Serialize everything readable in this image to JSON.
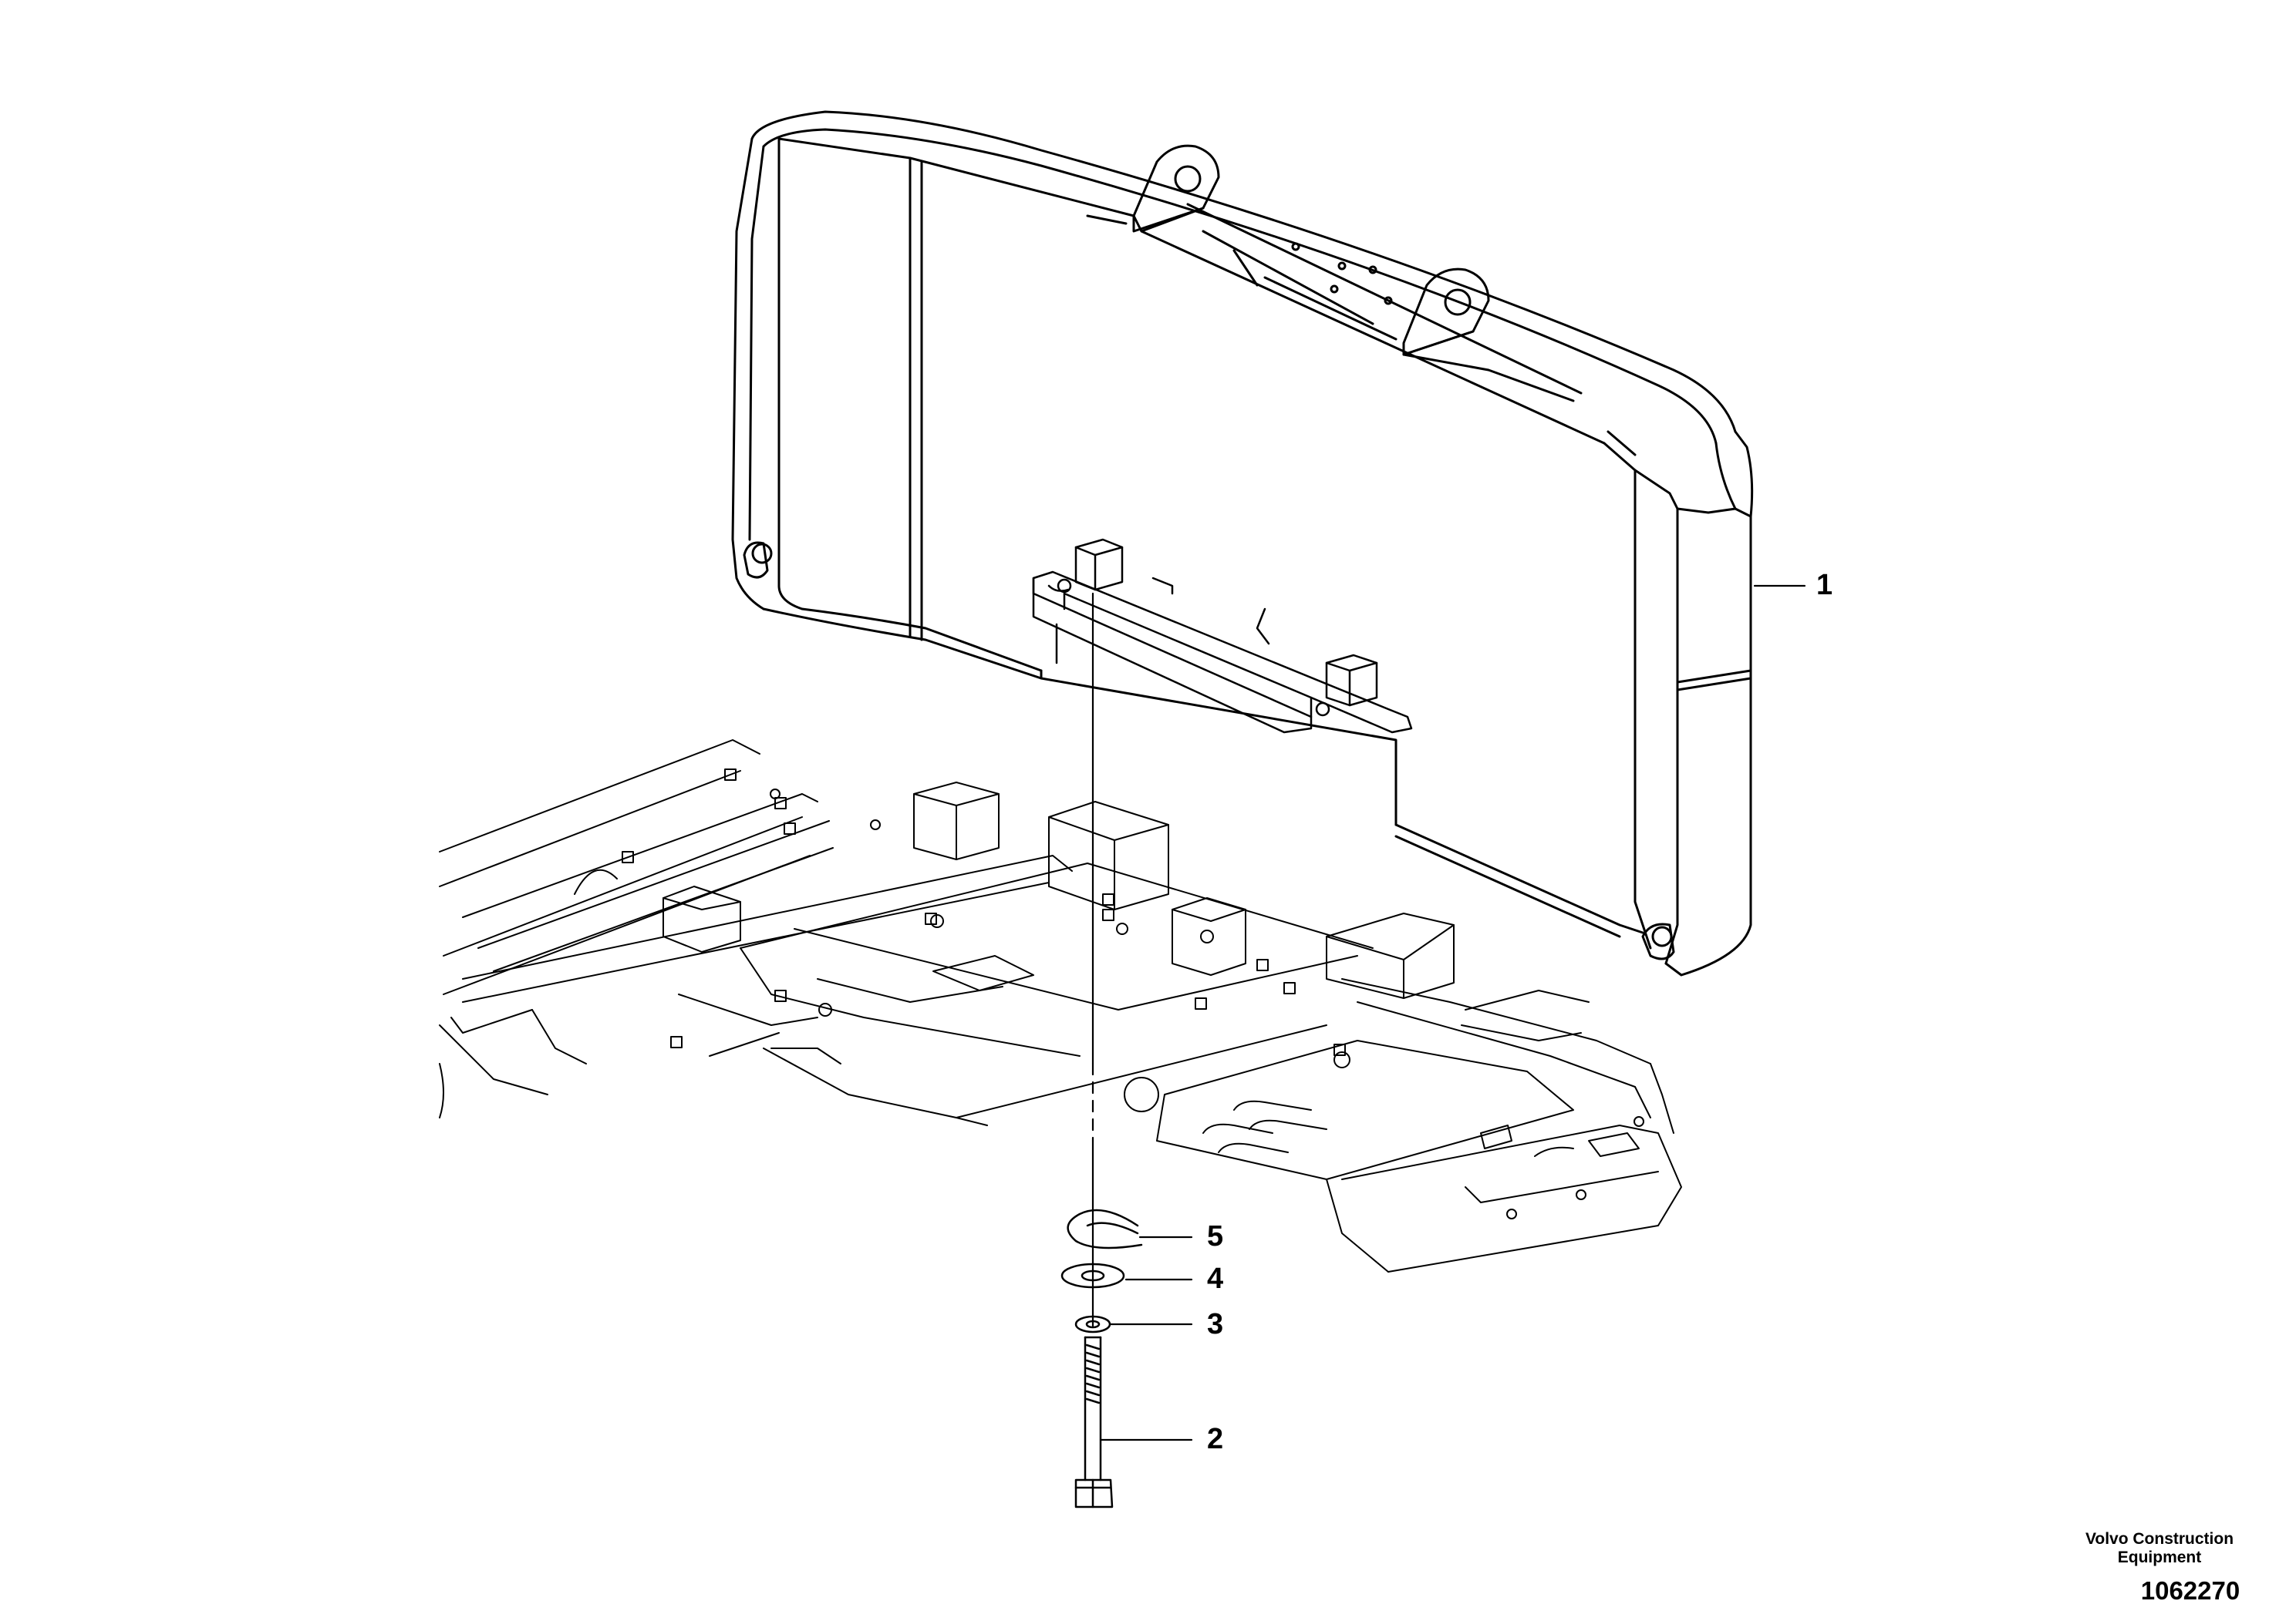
{
  "callouts": [
    {
      "id": "1",
      "label": "1",
      "part": "counterweight"
    },
    {
      "id": "2",
      "label": "2",
      "part": "bolt"
    },
    {
      "id": "3",
      "label": "3",
      "part": "washer-small"
    },
    {
      "id": "4",
      "label": "4",
      "part": "washer-large"
    },
    {
      "id": "5",
      "label": "5",
      "part": "spacer-clip"
    }
  ],
  "footer": {
    "brand_line1": "Volvo Construction",
    "brand_line2": "Equipment",
    "drawing_number": "1062270"
  },
  "colors": {
    "line": "#000000",
    "background": "#ffffff"
  }
}
